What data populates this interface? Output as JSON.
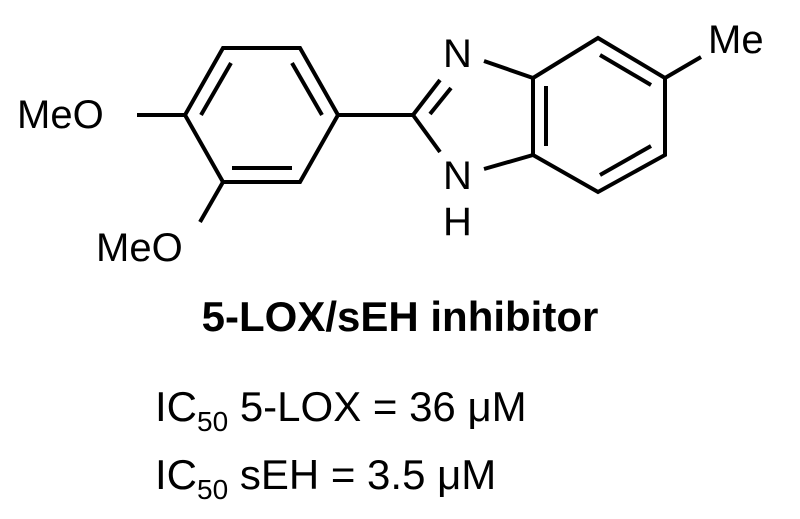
{
  "structure": {
    "name": "2-(3,4-dimethoxyphenyl)-5-methyl-1H-benzimidazole",
    "labels": {
      "meo_top": "MeO",
      "meo_bottom": "MeO",
      "n_top": "N",
      "n_bottom": "N",
      "h_bottom": "H",
      "me": "Me"
    }
  },
  "caption": {
    "title": "5-LOX/sEH inhibitor",
    "ic50_lines": [
      {
        "prefix": "IC",
        "sub": "50",
        "text": " 5-LOX = 36 μM"
      },
      {
        "prefix": "IC",
        "sub": "50",
        "text": " sEH = 3.5 μM"
      }
    ]
  }
}
